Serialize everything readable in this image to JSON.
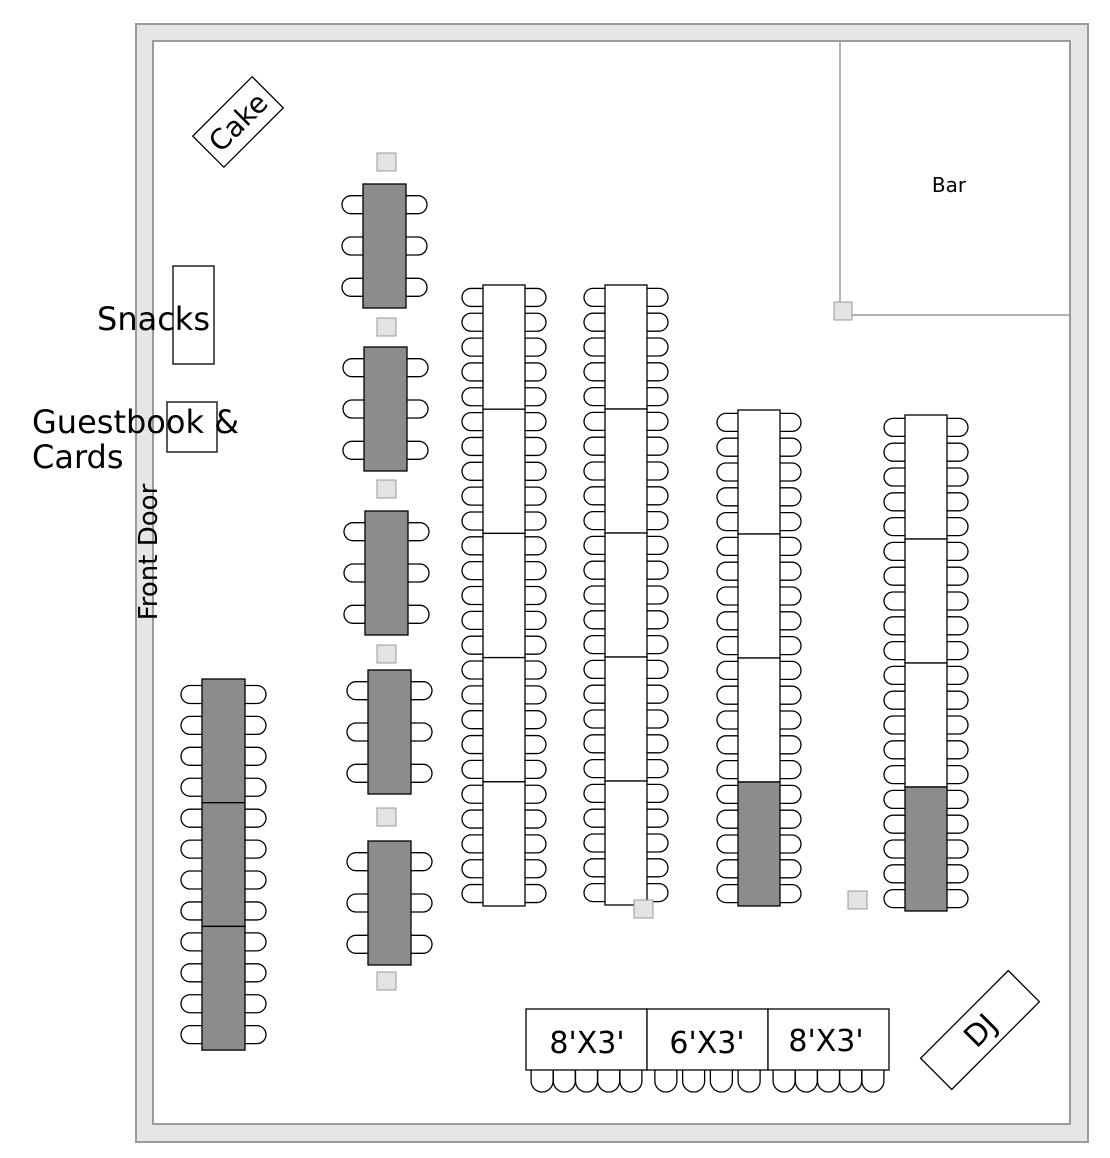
{
  "labels": {
    "cake": "Cake",
    "bar": "Bar",
    "snacks": "Snacks",
    "guestbook_line1": "Guestbook &",
    "guestbook_line2": "Cards",
    "front_door": "Front Door",
    "dj": "DJ"
  },
  "head_table": {
    "segments": [
      "8'X3'",
      "6'X3'",
      "8'X3'"
    ]
  },
  "colors": {
    "wall": "#9a9a9a",
    "wall_fill": "#e6e6e6",
    "table_gray": "#8c8c8c",
    "table_white": "#ffffff",
    "post": "#e3e3e3",
    "stroke": "#000000"
  }
}
